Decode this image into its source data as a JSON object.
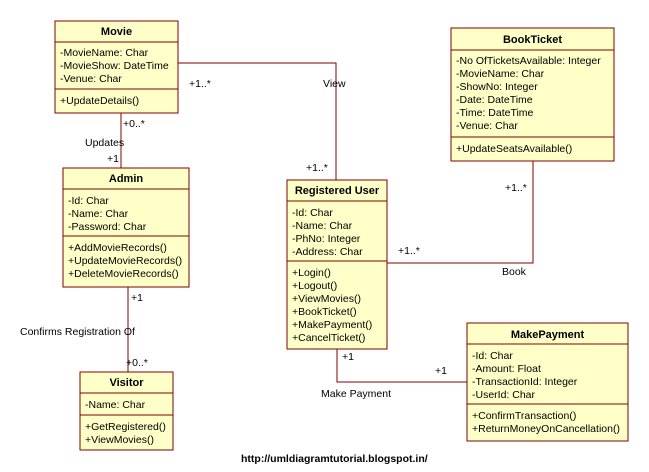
{
  "classes": {
    "movie": {
      "name": "Movie",
      "attributes": [
        "-MovieName: Char",
        "-MovieShow: DateTime",
        "-Venue: Char"
      ],
      "operations": [
        "+UpdateDetails()"
      ]
    },
    "admin": {
      "name": "Admin",
      "attributes": [
        "-Id: Char",
        "-Name: Char",
        "-Password: Char"
      ],
      "operations": [
        "+AddMovieRecords()",
        "+UpdateMovieRecords()",
        "+DeleteMovieRecords()"
      ]
    },
    "visitor": {
      "name": "Visitor",
      "attributes": [
        "-Name: Char"
      ],
      "operations": [
        "+GetRegistered()",
        "+ViewMovies()"
      ]
    },
    "registered_user": {
      "name": "Registered User",
      "attributes": [
        "-Id: Char",
        "-Name: Char",
        "-PhNo: Integer",
        "-Address: Char"
      ],
      "operations": [
        "+Login()",
        "+Logout()",
        "+ViewMovies()",
        "+BookTicket()",
        "+MakePayment()",
        "+CancelTicket()"
      ]
    },
    "book_ticket": {
      "name": "BookTicket",
      "attributes": [
        "-No OfTicketsAvailable: Integer",
        "-MovieName: Char",
        "-ShowNo: Integer",
        "-Date: DateTime",
        "-Time: DateTime",
        "-Venue: Char"
      ],
      "operations": [
        "+UpdateSeatsAvailable()"
      ]
    },
    "make_payment": {
      "name": "MakePayment",
      "attributes": [
        "-Id: Char",
        "-Amount: Float",
        "-TransactionId: Integer",
        "-UserId: Char"
      ],
      "operations": [
        "+ConfirmTransaction()",
        "+ReturnMoneyOnCancellation()"
      ]
    }
  },
  "associations": {
    "view": {
      "label": "View",
      "mult_movie": "+1..*",
      "mult_user": "+1..*"
    },
    "updates": {
      "label": "Updates",
      "mult_movie": "+0..*",
      "mult_admin": "+1"
    },
    "confirms": {
      "label": "Confirms Registration Of",
      "mult_admin": "+1",
      "mult_visitor": "+0..*"
    },
    "book": {
      "label": "Book",
      "mult_ticket": "+1..*",
      "mult_user": "+1..*"
    },
    "payment": {
      "label": "Make Payment",
      "mult_user": "+1",
      "mult_payment": "+1"
    }
  },
  "footer": {
    "url": "http://umldiagramtutorial.blogspot.in/"
  }
}
